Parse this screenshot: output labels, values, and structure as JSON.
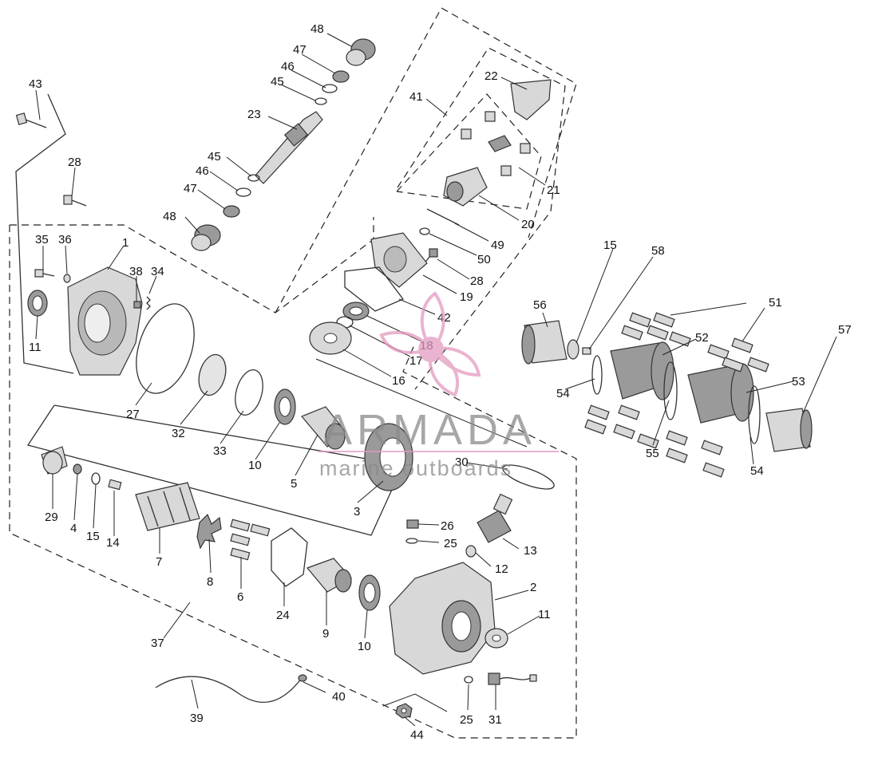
{
  "watermark": {
    "brand": "ARMADA",
    "tagline": "marine outboards",
    "logo_color": "#e39ac0"
  },
  "part_labels": [
    "43",
    "28",
    "35",
    "36",
    "1",
    "38",
    "34",
    "11",
    "27",
    "32",
    "33",
    "10",
    "5",
    "3",
    "29",
    "4",
    "15",
    "14",
    "7",
    "8",
    "6",
    "24",
    "9",
    "10",
    "2",
    "11",
    "26",
    "25",
    "13",
    "12",
    "30",
    "37",
    "39",
    "40",
    "44",
    "25",
    "31",
    "48",
    "47",
    "46",
    "45",
    "23",
    "45",
    "46",
    "47",
    "48",
    "41",
    "22",
    "21",
    "20",
    "49",
    "50",
    "28",
    "19",
    "42",
    "18",
    "17",
    "16",
    "15",
    "58",
    "56",
    "51",
    "52",
    "54",
    "57",
    "53",
    "55",
    "54"
  ]
}
